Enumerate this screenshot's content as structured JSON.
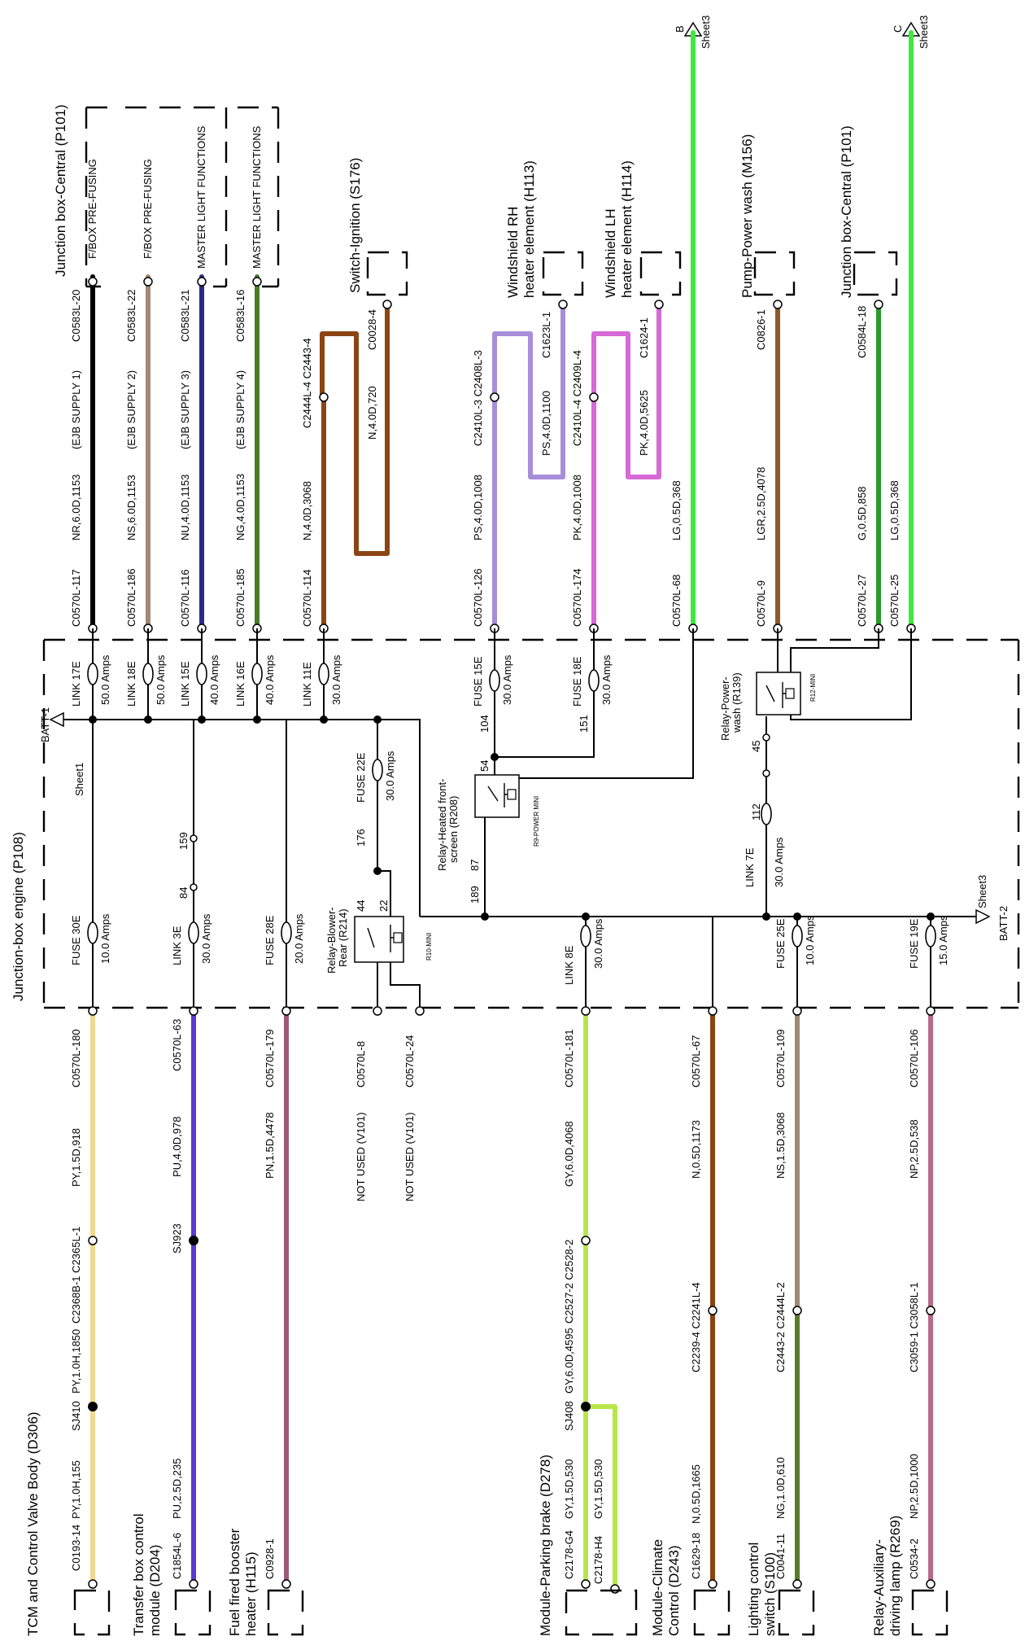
{
  "components": {
    "junction_box_engine": "Junction-box engine (P108)",
    "junction_box_central_1": "Junction box-Central (P101)",
    "junction_box_central_2": "Junction box-Central (P101)",
    "switch_ignition": "Switch-Ignition (S176)",
    "windshield_rh": [
      "Windshield RH",
      "heater element (H113)"
    ],
    "windshield_lh": [
      "Windshield LH",
      "heater element (H114)"
    ],
    "pump_power_wash": "Pump-Power wash (M156)",
    "tcm": "TCM and Control Valve Body (D306)",
    "transfer_box": [
      "Transfer box control",
      "module (D204)"
    ],
    "fuel_booster": [
      "Fuel fired booster",
      "heater (H115)"
    ],
    "parking_brake": "Module-Parking brake (D278)",
    "climate": [
      "Module-Climate",
      "Control (D243)"
    ],
    "lighting_switch": [
      "Lighting control",
      "switch (S100)"
    ],
    "aux_lamp": [
      "Relay-Auxiliary-",
      "driving lamp (R269)"
    ]
  },
  "fuses": {
    "link17e": [
      "LINK 17E",
      "50.0 Amps"
    ],
    "link18e": [
      "LINK 18E",
      "50.0 Amps"
    ],
    "link15e": [
      "LINK 15E",
      "40.0 Amps"
    ],
    "link16e": [
      "LINK 16E",
      "40.0 Amps"
    ],
    "link11e": [
      "LINK 11E",
      "30.0 Amps"
    ],
    "fuse15e": [
      "FUSE 15E",
      "30.0 Amps"
    ],
    "fuse18e": [
      "FUSE 18E",
      "30.0 Amps"
    ],
    "fuse22e": [
      "FUSE 22E",
      "30.0 Amps"
    ],
    "link7e": [
      "LINK 7E",
      "30.0 Amps"
    ],
    "fuse30e": [
      "FUSE 30E",
      "10.0 Amps"
    ],
    "link3e": [
      "LINK 3E",
      "30.0 Amps"
    ],
    "fuse28e": [
      "FUSE 28E",
      "20.0 Amps"
    ],
    "link8e": [
      "LINK 8E",
      "30.0 Amps"
    ],
    "fuse25e": [
      "FUSE 25E",
      "10.0 Amps"
    ],
    "fuse19e": [
      "FUSE 19E",
      "15.0 Amps"
    ]
  },
  "relays": {
    "heated_front": {
      "name": [
        "Relay-Heated front-",
        "screen (R208)"
      ],
      "type": "R9-POWER MINI",
      "pins": [
        "54",
        "87",
        "189"
      ]
    },
    "blower_rear": {
      "name": [
        "Relay-Blower-",
        "Rear (R214)"
      ],
      "type": "R10-MINI",
      "pins": [
        "44",
        "22",
        "176"
      ]
    },
    "power_wash": {
      "name": [
        "Relay-Power-",
        "wash (R139)"
      ],
      "type": "R12-MINI",
      "pins": [
        "45",
        "112"
      ]
    }
  },
  "pins": {
    "p104": "104",
    "p151": "151",
    "p159": "159",
    "p84": "84"
  },
  "batt": {
    "batt1": "BATT-1",
    "sheet1": "Sheet1",
    "batt2": "BATT-2",
    "sheet3": "Sheet3"
  },
  "offsheet": {
    "b": {
      "letter": "B",
      "sheet": "Sheet3"
    },
    "c": {
      "letter": "C",
      "sheet": "Sheet3"
    }
  },
  "upper_wires": [
    {
      "conn": "C0570L-117",
      "spec": "NR,6.0D,1153",
      "note": "(EJB SUPPLY 1)",
      "far": "C0583L-20",
      "dest": "F/BOX PRE-FUSING",
      "color": "#cc2a1a"
    },
    {
      "conn": "C0570L-186",
      "spec": "NS,6.0D,1153",
      "note": "(EJB SUPPLY 2)",
      "far": "C0583L-22",
      "dest": "F/BOX PRE-FUSING",
      "color": "#a08a73"
    },
    {
      "conn": "C0570L-116",
      "spec": "NU,4.0D,1153",
      "note": "(EJB SUPPLY 3)",
      "far": "C0583L-21",
      "dest": "MASTER LIGHT FUNCTIONS",
      "color": "#2a2a88"
    },
    {
      "conn": "C0570L-185",
      "spec": "NG,4.0D,1153",
      "note": "(EJB SUPPLY 4)",
      "far": "C0583L-16",
      "dest": "MASTER LIGHT FUNCTIONS",
      "color": "#4a7a2a"
    },
    {
      "conn": "C0570L-114",
      "spec": "N,4.0D,3068",
      "c_a": "C2444L-4 C2443-4",
      "spec2": "N,4.0D,720",
      "far": "C0028-4",
      "color": "#8b4513"
    },
    {
      "conn": "C0570L-126",
      "spec": "PS,4.0D,1008",
      "c_a": "C2410L-3 C2408L-3",
      "spec2": "PS,4.0D,1100",
      "far": "C1623L-1",
      "color": "#a68fd8"
    },
    {
      "conn": "C0570L-174",
      "spec": "PK,4.0D,1008",
      "c_a": "C2410L-4 C2409L-4",
      "spec2": "PK,4.0D,5625",
      "far": "C1624-1",
      "color": "#d66ad6"
    },
    {
      "conn": "C0570L-68",
      "spec": "LG,0.5D,368",
      "color": "#3ee83e"
    },
    {
      "conn": "C0570L-9",
      "spec": "LGR,2.5D,4078",
      "far": "C0826-1",
      "color": "#8b5a2b"
    },
    {
      "conn": "C0570L-27",
      "spec": "G,0.5D,858",
      "far": "C0584L-18",
      "color": "#2a9a2a"
    },
    {
      "conn": "C0570L-25",
      "spec": "LG,0.5D,368",
      "color": "#3ee83e"
    }
  ],
  "lower_wires": [
    {
      "conn": "C0570L-180",
      "spec": "PY,1.5D,918",
      "c_a": "C2368B-1 C2365L-1",
      "spec2": "PY,1.0H,1850",
      "splice": "SJ410",
      "spec3": "PY,1.0H,155",
      "far": "C0193-14",
      "color": "#f0d890"
    },
    {
      "conn": "C0570L-63",
      "spec": "PU,4.0D,978",
      "splice": "SJ923",
      "spec3": "PU,2.5D,235",
      "far": "C1854L-6",
      "color": "#5a3ad0"
    },
    {
      "conn": "C0570L-179",
      "spec": "PN,1.5D,4478",
      "far": "C0928-1",
      "color": "#9a5a7a"
    },
    {
      "conn": "C0570L-8",
      "spec": "NOT USED (V101)"
    },
    {
      "conn": "C0570L-24",
      "spec": "NOT USED (V101)"
    },
    {
      "conn": "C0570L-181",
      "spec": "GY,6.0D,4068",
      "c_a": "C2527-2 C2528-2",
      "spec2": "GY,6.0D,4595",
      "splice": "SJ408",
      "spec3": "GY,1.5D,530",
      "far": "C2178-G4",
      "branch_spec": "GY,1.5D,530",
      "branch_far": "C2178-H4",
      "color": "#b8e64a"
    },
    {
      "conn": "C0570L-67",
      "spec": "N,0.5D,1173",
      "c_a": "C2239-4 C2241L-4",
      "spec3": "N,0.5D,1665",
      "far": "C1629-18",
      "color": "#8b4513"
    },
    {
      "conn": "C0570L-109",
      "spec": "NS,1.5D,3068",
      "c_a": "C2443-2 C2444L-2",
      "spec3": "NG,1.0D,610",
      "far": "C0041-11",
      "color": "#a08a73"
    },
    {
      "conn": "C0570L-106",
      "spec": "NP,2.5D,538",
      "c_a": "C3059-1 C3058L-1",
      "spec3": "NP,2.5D,1000",
      "far": "C0534-2",
      "color": "#b86a8a"
    }
  ]
}
